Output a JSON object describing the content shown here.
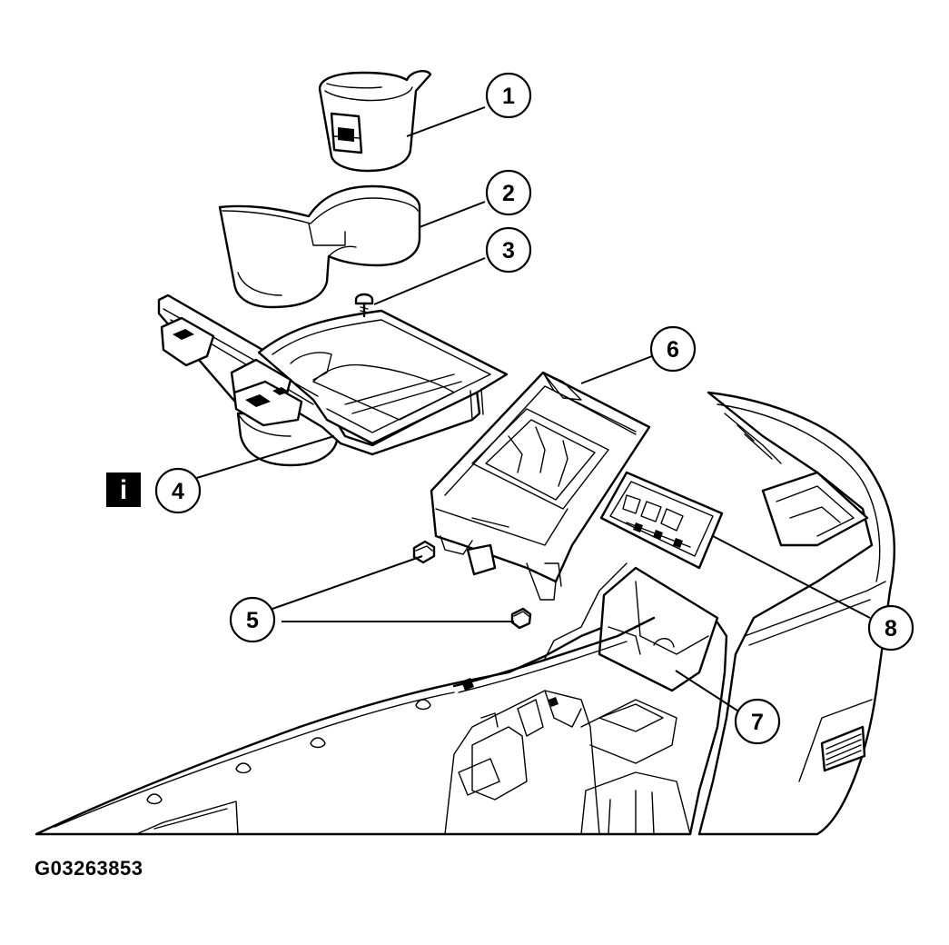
{
  "figure_code": "G03263853",
  "info_icon_glyph": "i",
  "callouts": [
    {
      "id": "1",
      "label": "1"
    },
    {
      "id": "2",
      "label": "2"
    },
    {
      "id": "3",
      "label": "3"
    },
    {
      "id": "4",
      "label": "4"
    },
    {
      "id": "5",
      "label": "5"
    },
    {
      "id": "6",
      "label": "6"
    },
    {
      "id": "7",
      "label": "7"
    },
    {
      "id": "8",
      "label": "8"
    }
  ]
}
